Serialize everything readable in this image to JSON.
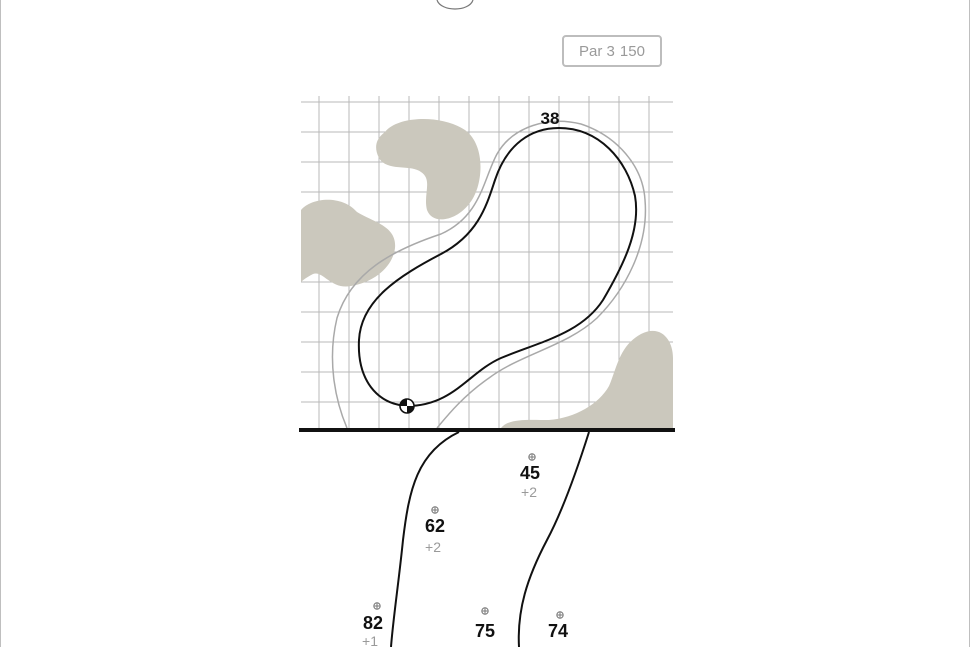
{
  "hole": {
    "par_label": "Par 3",
    "yardage": "150"
  },
  "green": {
    "distance": "38"
  },
  "shots": [
    {
      "value": "45",
      "delta": "+2"
    },
    {
      "value": "62",
      "delta": "+2"
    },
    {
      "value": "82",
      "delta": "+1"
    },
    {
      "value": "75",
      "delta": ""
    },
    {
      "value": "74",
      "delta": ""
    }
  ],
  "colors": {
    "bunker": "#cbc8bd",
    "line": "#111111",
    "grid": "#b8b8b8",
    "label_muted": "#9a9a9a"
  },
  "icons": {
    "pin": "hole-pin-icon",
    "marker": "crosshair-marker-icon"
  }
}
